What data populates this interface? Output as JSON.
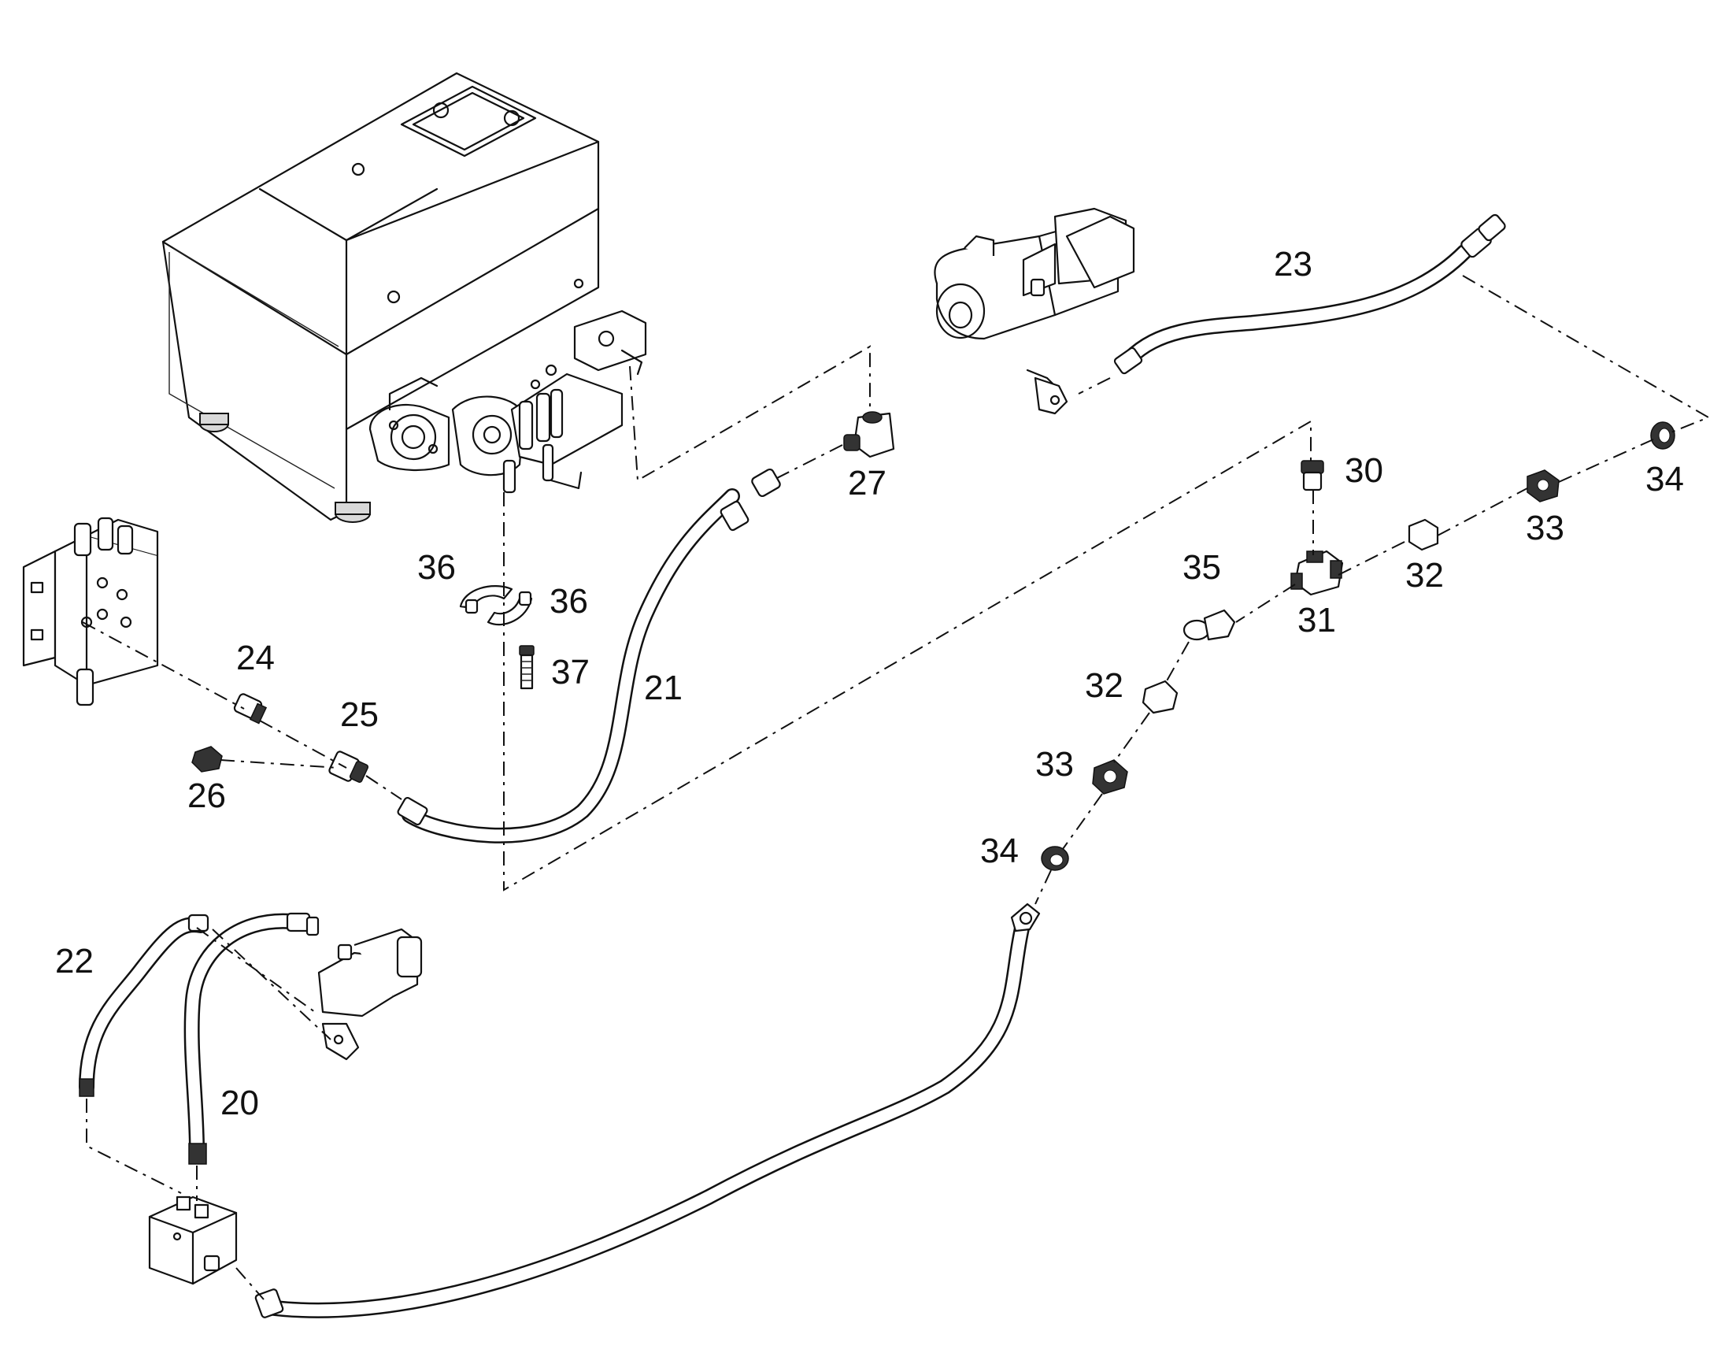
{
  "callouts": [
    "20",
    "21",
    "22",
    "23",
    "24",
    "25",
    "26",
    "27",
    "30",
    "31",
    "32",
    "33",
    "34",
    "35",
    "36",
    "37"
  ],
  "label_instances": [
    {
      "id": "20"
    },
    {
      "id": "21"
    },
    {
      "id": "22"
    },
    {
      "id": "23"
    },
    {
      "id": "24"
    },
    {
      "id": "25"
    },
    {
      "id": "26"
    },
    {
      "id": "27"
    },
    {
      "id": "30"
    },
    {
      "id": "31"
    },
    {
      "id": "32"
    },
    {
      "id": "32"
    },
    {
      "id": "33"
    },
    {
      "id": "33"
    },
    {
      "id": "34"
    },
    {
      "id": "34"
    },
    {
      "id": "35"
    },
    {
      "id": "36"
    },
    {
      "id": "36"
    },
    {
      "id": "37"
    }
  ]
}
